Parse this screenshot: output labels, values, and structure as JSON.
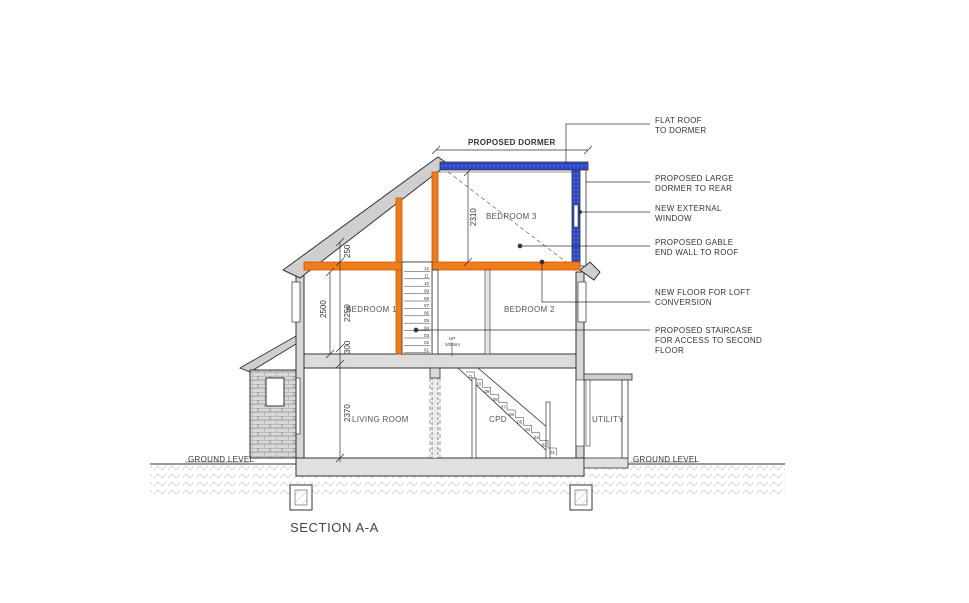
{
  "drawing": {
    "section_title": "SECTION A-A",
    "dormer_label": "PROPOSED DORMER",
    "ground_left": "GROUND LEVEL",
    "ground_right": "GROUND LEVEL",
    "up_label": "UP",
    "up_sub": "100mm"
  },
  "rooms": {
    "bedroom1": "BEDROOM 1",
    "bedroom2": "BEDROOM 2",
    "bedroom3": "BEDROOM 3",
    "living": "LIVING ROOM",
    "cpd": "CPD",
    "utility": "UTILITY"
  },
  "dimensions": {
    "d250": "250",
    "d2500": "2500",
    "d2250": "2250",
    "d300": "300",
    "d2370": "2370",
    "d2310": "2310"
  },
  "annotations": {
    "flat_roof": [
      "FLAT ROOF",
      "TO DORMER"
    ],
    "large_dormer": [
      "PROPOSED LARGE",
      "DORMER TO REAR"
    ],
    "new_window": [
      "NEW EXTERNAL",
      "WINDOW"
    ],
    "gable_wall": [
      "PROPOSED GABLE",
      "END WALL TO ROOF"
    ],
    "new_floor": [
      "NEW FLOOR FOR LOFT",
      "CONVERSION"
    ],
    "staircase": [
      "PROPOSED STAIRCASE",
      "FOR ACCESS TO SECOND",
      "FLOOR"
    ]
  },
  "loft_stair_numbers": [
    "12",
    "11",
    "10",
    "09",
    "08",
    "07",
    "06",
    "05",
    "04",
    "03",
    "02",
    "01"
  ],
  "ground_stair_numbers": [
    "11",
    "10",
    "09",
    "08",
    "07",
    "06",
    "05",
    "04",
    "03",
    "02",
    "01"
  ],
  "colors": {
    "line": "#333333",
    "timber_orange": "#f07c1a",
    "timber_orange_dark": "#c85a00",
    "dormer_blue": "#2a48c8",
    "brick_grey": "#bdbdbd"
  }
}
